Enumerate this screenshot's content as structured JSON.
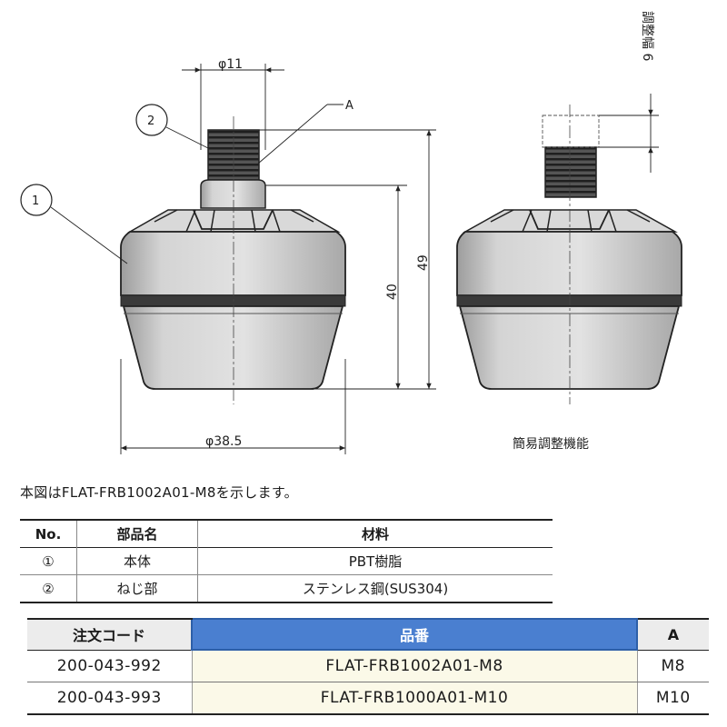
{
  "drawing": {
    "dim_shaft": "φ11",
    "dim_diameter": "φ38.5",
    "dim_height_body": "40",
    "dim_height_total": "49",
    "dim_adjust": "調整幅 6",
    "callout_1": "1",
    "callout_2": "2",
    "callout_a": "A",
    "caption_right": "簡易調整機能"
  },
  "note": "本図はFLAT-FRB1002A01-M8を示します。",
  "parts_table": {
    "headers": [
      "No.",
      "部品名",
      "材料"
    ],
    "rows": [
      {
        "no": "①",
        "name": "本体",
        "material": "PBT樹脂"
      },
      {
        "no": "②",
        "name": "ねじ部",
        "material": "ステンレス鋼(SUS304)"
      }
    ]
  },
  "order_table": {
    "headers": [
      "注文コード",
      "品番",
      "A"
    ],
    "rows": [
      {
        "code": "200-043-992",
        "part": "FLAT-FRB1002A01-M8",
        "a": "M8"
      },
      {
        "code": "200-043-993",
        "part": "FLAT-FRB1000A01-M10",
        "a": "M10"
      }
    ]
  },
  "colors": {
    "body_fill": "#c9c9c9",
    "band_fill": "#3a3a3a",
    "header_accent": "#4a7fd0",
    "highlight_cell": "#fbf9e8"
  }
}
